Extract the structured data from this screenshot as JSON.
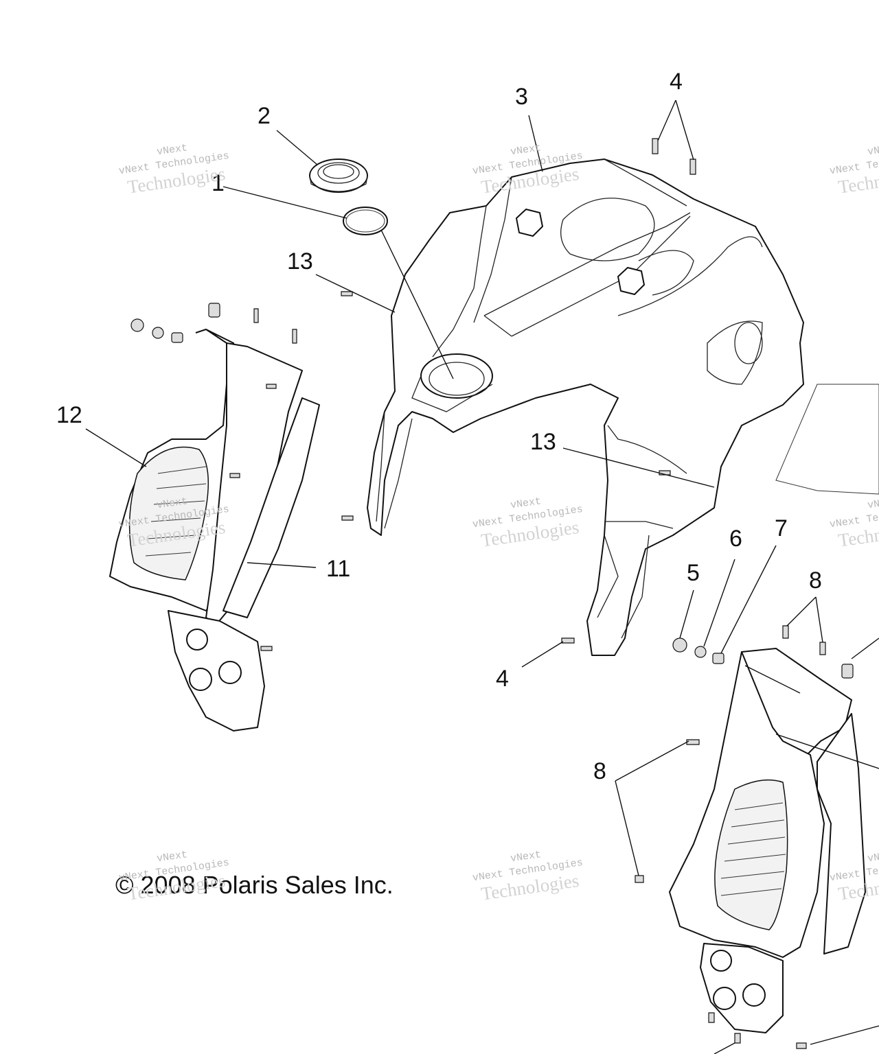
{
  "watermark": {
    "line1": "vNext",
    "line2": "vNext Technologies",
    "line3": "Technologies"
  },
  "copyright": "© 2008 Polaris Sales Inc.",
  "callouts": {
    "c1": "1",
    "c2": "2",
    "c3": "3",
    "c4a": "4",
    "c4b": "4",
    "c5": "5",
    "c6": "6",
    "c7": "7",
    "c8a": "8",
    "c8b": "8",
    "c11": "11",
    "c12": "12",
    "c13a": "13",
    "c13b": "13"
  }
}
